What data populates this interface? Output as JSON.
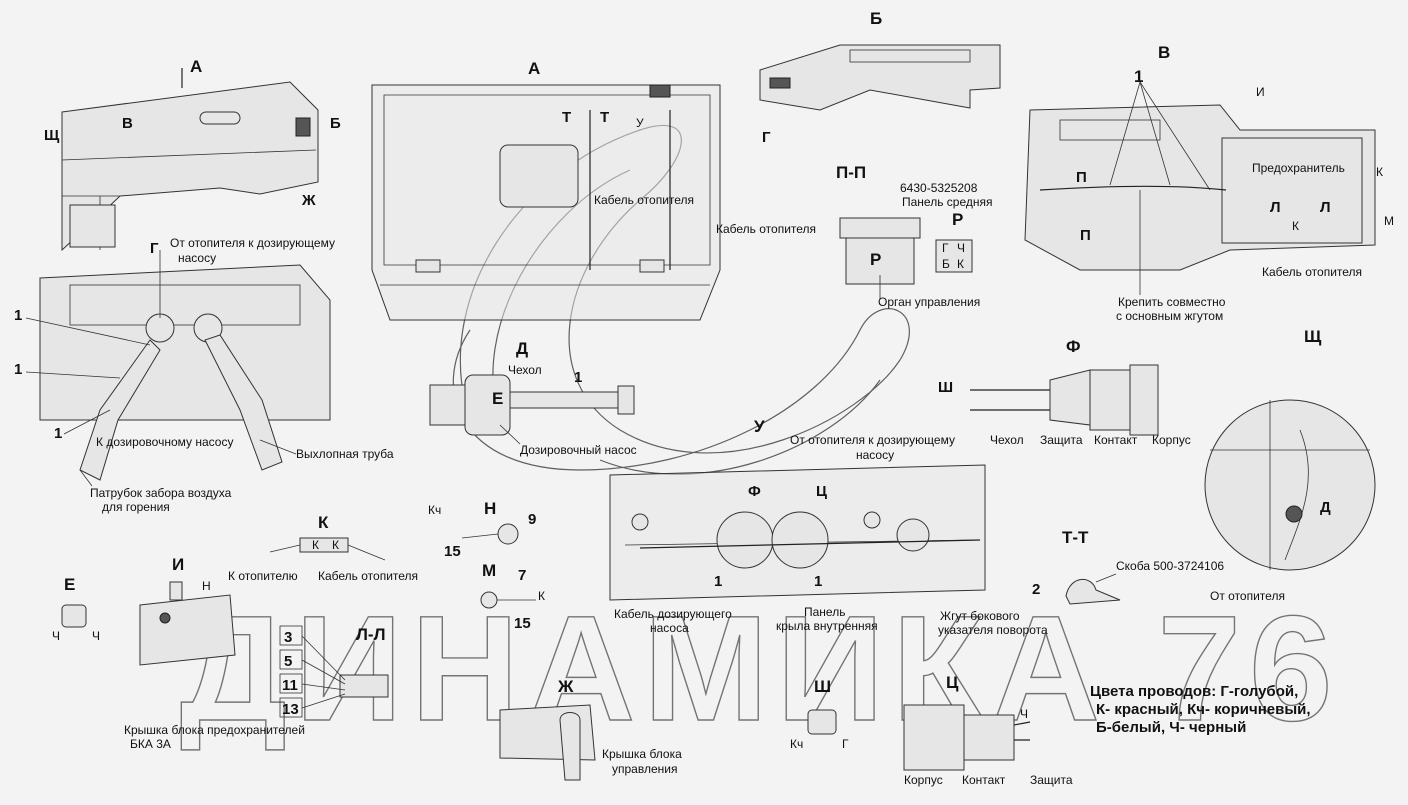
{
  "views": {
    "a_top": "А",
    "a_main": "А",
    "b": "Б",
    "v": "В",
    "pp": "П-П",
    "r": "Р",
    "d": "Д",
    "f": "Ф",
    "sch": "Щ",
    "u": "У",
    "tt": "Т-Т",
    "k": "К",
    "n": "Н",
    "e": "Е",
    "i": "И",
    "m": "М",
    "ll": "Л-Л",
    "zh": "Ж",
    "sh": "Ш",
    "ts": "Ц"
  },
  "letters": {
    "g": "Г",
    "shch": "Щ",
    "v": "В",
    "b": "Б",
    "zh": "Ж",
    "t": "Т",
    "u": "У",
    "p": "П",
    "i": "И",
    "k": "К",
    "l": "Л",
    "m": "М",
    "e": "Е",
    "sh": "Ш",
    "f": "Ф",
    "ts": "Ц",
    "d": "Д",
    "n": "Н",
    "r": "Р"
  },
  "conn_r": {
    "g": "Г",
    "ch": "Ч",
    "b": "Б",
    "k": "К"
  },
  "numbers": {
    "n1": "1",
    "n2": "2",
    "n3": "3",
    "n5": "5",
    "n7": "7",
    "n9": "9",
    "n11": "11",
    "n13": "13",
    "n15": "15"
  },
  "labels": {
    "from_heater_to_pump_1": "От отопителя к дозирующему",
    "from_heater_to_pump_2": "насосу",
    "to_pump": "К дозировочному насосу",
    "exhaust": "Выхлопная труба",
    "air_intake_1": "Патрубок забора воздуха",
    "air_intake_2": "для горения",
    "heater_cable": "Кабель отопителя",
    "part_no": "6430-5325208",
    "panel_mid": "Панель средняя",
    "control": "Орган управления",
    "fuse": "Предохранитель",
    "fix_1": "Крепить совместно",
    "fix_2": "с основным жгутом",
    "cover": "Чехол",
    "pump": "Дозировочный насос",
    "protection": "Защита",
    "contact": "Контакт",
    "housing": "Корпус",
    "to_heater": "К отопителю",
    "pump_cable_1": "Кабель дозирующего",
    "pump_cable_2": "насоса",
    "panel_1": "Панель",
    "panel_2": "крыла внутренняя",
    "harness_1": "Жгут бокового",
    "harness_2": "указателя поворота",
    "bracket": "Скоба 500-3724106",
    "from_heater": "От отопителя",
    "fuse_cover_1": "Крышка блока предохранителей",
    "fuse_cover_2": "БКА 3А",
    "ctrl_cover_1": "Крышка блока",
    "ctrl_cover_2": "управления",
    "kch": "Кч",
    "ch": "Ч"
  },
  "colors_note": {
    "l1": "Цвета проводов: Г-голубой,",
    "l2": "К- красный, Кч- коричневый,",
    "l3": "Б-белый, Ч- черный"
  },
  "watermark": "ДИНАМИКА 76"
}
